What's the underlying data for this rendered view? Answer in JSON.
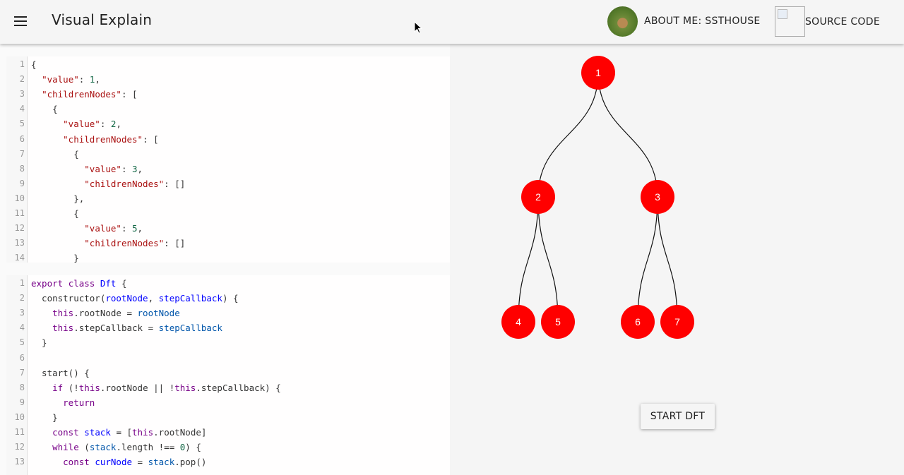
{
  "header": {
    "title": "Visual Explain",
    "about_label": "ABOUT ME: SSTHOUSE",
    "source_label": "SOURCE CODE"
  },
  "json_editor": {
    "lines": [
      {
        "n": "1",
        "html": "<span class=\"p\">{</span>"
      },
      {
        "n": "2",
        "html": "  <span class=\"key\">\"value\"</span>: <span class=\"num\">1</span>,"
      },
      {
        "n": "3",
        "html": "  <span class=\"key\">\"childrenNodes\"</span>: ["
      },
      {
        "n": "4",
        "html": "    {"
      },
      {
        "n": "5",
        "html": "      <span class=\"key\">\"value\"</span>: <span class=\"num\">2</span>,"
      },
      {
        "n": "6",
        "html": "      <span class=\"key\">\"childrenNodes\"</span>: ["
      },
      {
        "n": "7",
        "html": "        {"
      },
      {
        "n": "8",
        "html": "          <span class=\"key\">\"value\"</span>: <span class=\"num\">3</span>,"
      },
      {
        "n": "9",
        "html": "          <span class=\"key\">\"childrenNodes\"</span>: []"
      },
      {
        "n": "10",
        "html": "        },"
      },
      {
        "n": "11",
        "html": "        {"
      },
      {
        "n": "12",
        "html": "          <span class=\"key\">\"value\"</span>: <span class=\"num\">5</span>,"
      },
      {
        "n": "13",
        "html": "          <span class=\"key\">\"childrenNodes\"</span>: []"
      },
      {
        "n": "14",
        "html": "        }"
      }
    ]
  },
  "code_editor": {
    "lines": [
      {
        "n": "1",
        "html": "<span class=\"k\">export</span> <span class=\"k\">class</span> <span class=\"d\">Dft</span> {"
      },
      {
        "n": "2",
        "html": "  constructor(<span class=\"d\">rootNode</span>, <span class=\"d\">stepCallback</span>) {"
      },
      {
        "n": "3",
        "html": "    <span class=\"k\">this</span>.rootNode = <span class=\"v\">rootNode</span>"
      },
      {
        "n": "4",
        "html": "    <span class=\"k\">this</span>.stepCallback = <span class=\"v\">stepCallback</span>"
      },
      {
        "n": "5",
        "html": "  }"
      },
      {
        "n": "6",
        "html": ""
      },
      {
        "n": "7",
        "html": "  start() {"
      },
      {
        "n": "8",
        "html": "    <span class=\"k\">if</span> (!<span class=\"k\">this</span>.rootNode || !<span class=\"k\">this</span>.stepCallback) {"
      },
      {
        "n": "9",
        "html": "      <span class=\"k\">return</span>"
      },
      {
        "n": "10",
        "html": "    }"
      },
      {
        "n": "11",
        "html": "    <span class=\"k\">const</span> <span class=\"d\">stack</span> = [<span class=\"k\">this</span>.rootNode]"
      },
      {
        "n": "12",
        "html": "    <span class=\"k\">while</span> (<span class=\"v\">stack</span>.length !== <span class=\"num\">0</span>) {"
      },
      {
        "n": "13",
        "html": "      <span class=\"k\">const</span> <span class=\"d\">curNode</span> = <span class=\"v\">stack</span>.pop()"
      }
    ]
  },
  "tree": {
    "node_color": "#ff0000",
    "nodes": [
      {
        "id": "1",
        "label": "1"
      },
      {
        "id": "2",
        "label": "2"
      },
      {
        "id": "3",
        "label": "3"
      },
      {
        "id": "4",
        "label": "4"
      },
      {
        "id": "5",
        "label": "5"
      },
      {
        "id": "6",
        "label": "6"
      },
      {
        "id": "7",
        "label": "7"
      }
    ],
    "edges": [
      [
        "1",
        "2"
      ],
      [
        "1",
        "3"
      ],
      [
        "2",
        "4"
      ],
      [
        "2",
        "5"
      ],
      [
        "3",
        "6"
      ],
      [
        "3",
        "7"
      ]
    ]
  },
  "actions": {
    "start_label": "START DFT"
  }
}
